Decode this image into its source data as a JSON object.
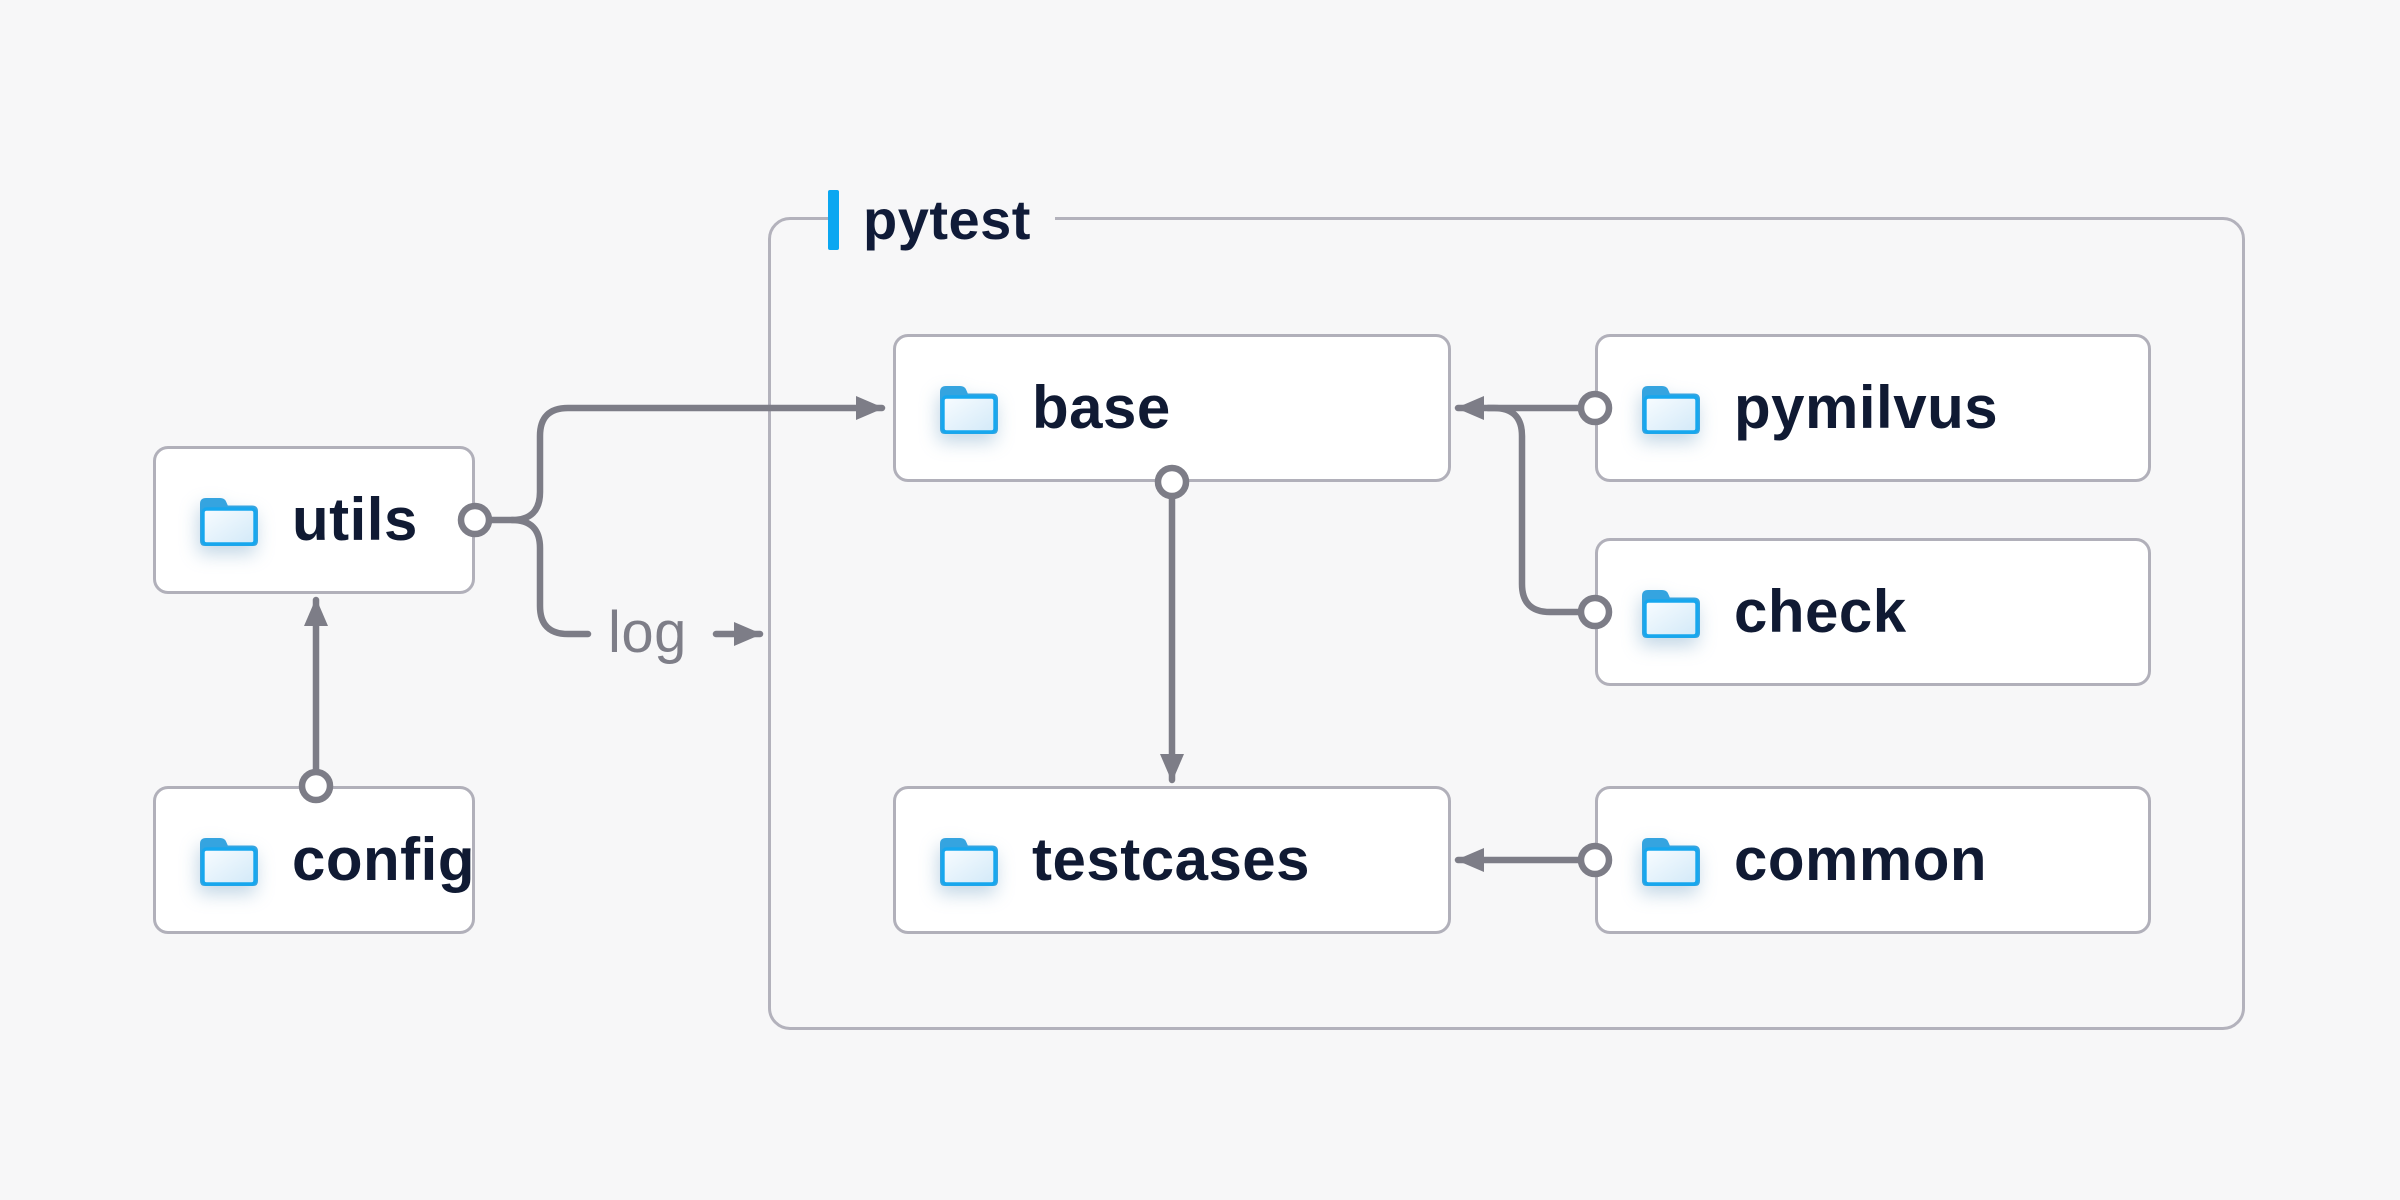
{
  "diagram": {
    "group": {
      "label": "pytest",
      "accent_color": "#0ba7f1"
    },
    "nodes": {
      "utils": {
        "label": "utils",
        "icon": "folder-icon"
      },
      "config": {
        "label": "config",
        "icon": "folder-icon"
      },
      "base": {
        "label": "base",
        "icon": "folder-icon"
      },
      "pymilvus": {
        "label": "pymilvus",
        "icon": "folder-icon"
      },
      "check": {
        "label": "check",
        "icon": "folder-icon"
      },
      "testcases": {
        "label": "testcases",
        "icon": "folder-icon"
      },
      "common": {
        "label": "common",
        "icon": "folder-icon"
      }
    },
    "edges": {
      "log_label": "log",
      "connections": [
        {
          "from": "config",
          "to": "utils"
        },
        {
          "from": "utils",
          "to": "base"
        },
        {
          "from": "utils",
          "to": "log"
        },
        {
          "from": "base",
          "to": "testcases"
        },
        {
          "from": "pymilvus",
          "to": "base"
        },
        {
          "from": "check",
          "to": "base"
        },
        {
          "from": "common",
          "to": "testcases"
        }
      ]
    },
    "colors": {
      "background": "#f7f7f8",
      "node_text": "#101a33",
      "node_border": "#b1b0ba",
      "group_border": "#b3b2bc",
      "connector": "#7d7d87",
      "folder_outline": "#17a7ee",
      "folder_back": "#35a4e0",
      "edge_label_text": "#7e7e88"
    }
  }
}
